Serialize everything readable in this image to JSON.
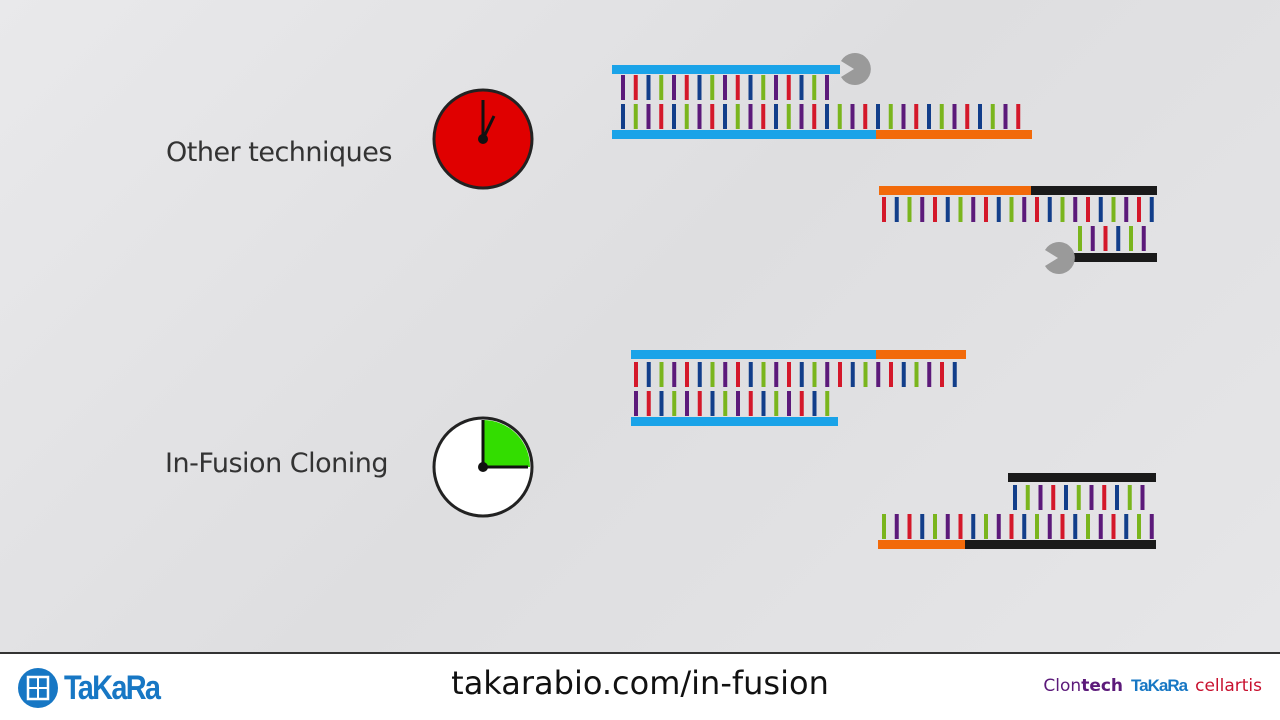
{
  "labels": {
    "other": "Other techniques",
    "infusion": "In-Fusion Cloning"
  },
  "footer": {
    "url": "takarabio.com/in-fusion",
    "logo_text": "TaKaRa",
    "brands": {
      "clontech_a": "Clon",
      "clontech_b": "tech",
      "takara": "TaKaRa",
      "cellartis": "cellartis"
    }
  },
  "colors": {
    "base": [
      "#5c1a7a",
      "#d4182a",
      "#123e8a",
      "#7ab51d"
    ],
    "vector": "#1aa3e8",
    "insert": "#f26a0a",
    "other": "#1a1a1a",
    "enzyme": "#9a9a9a",
    "clock_red": "#e00000",
    "clock_green": "#33dd00"
  },
  "clocks": {
    "other_elapsed_fraction": 0.0,
    "infusion_elapsed_fraction": 0.25
  }
}
